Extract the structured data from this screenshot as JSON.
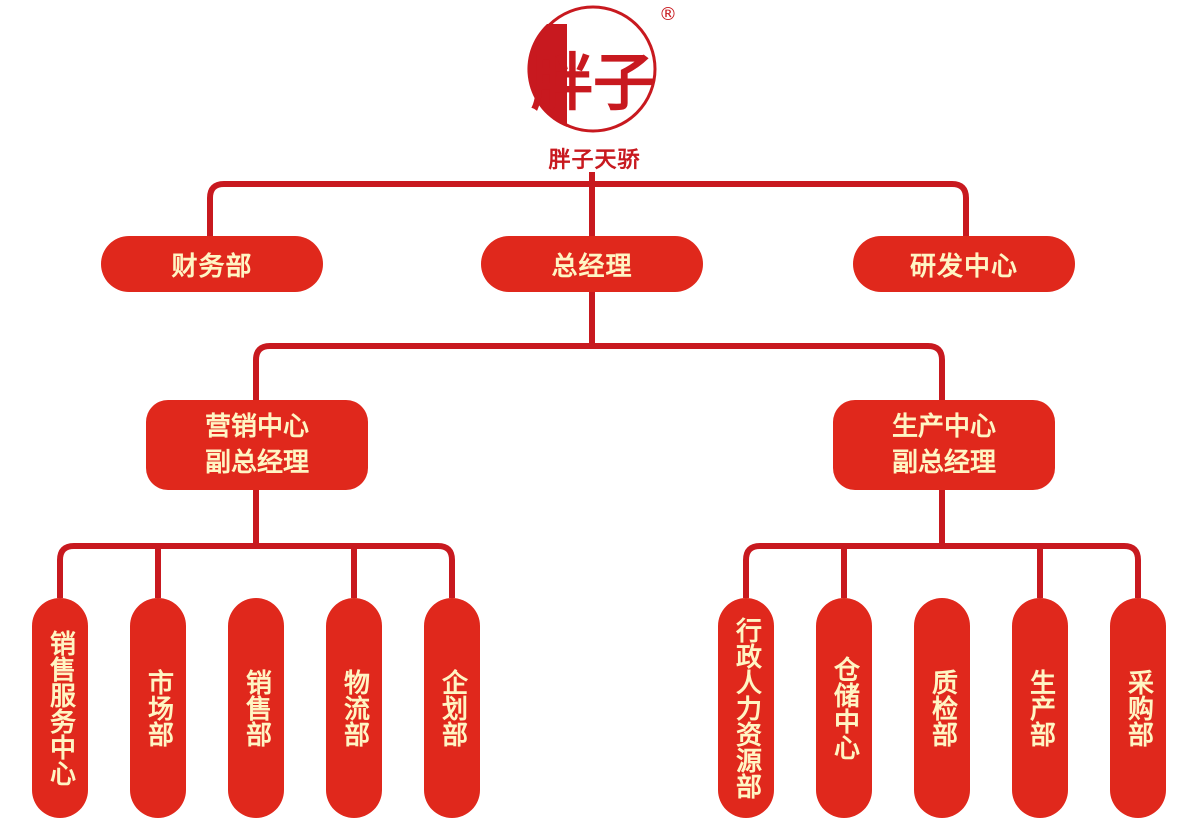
{
  "logo": {
    "mark_char": "胖子",
    "name": "胖子天骄",
    "registered_mark": "®"
  },
  "top_level": {
    "finance": "财务部",
    "general_manager": "总经理",
    "rd_center": "研发中心"
  },
  "vice": {
    "marketing": "营销中心\n副总经理",
    "production": "生产中心\n副总经理"
  },
  "marketing_departments": [
    "销售服务中心",
    "市场部",
    "销售部",
    "物流部",
    "企划部"
  ],
  "production_departments": [
    "行政人力资源部",
    "仓储中心",
    "质检部",
    "生产部",
    "采购部"
  ],
  "colors": {
    "line": "#c8191f",
    "node_fill": "#e0281c",
    "node_text": "#fff5c4"
  }
}
